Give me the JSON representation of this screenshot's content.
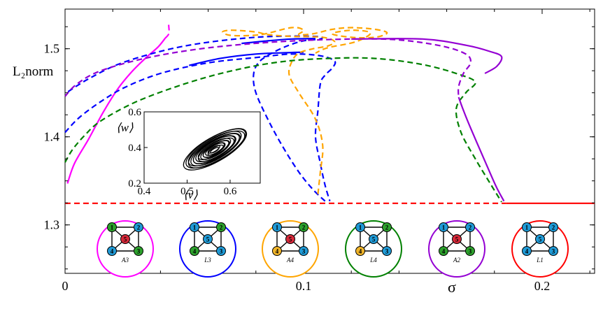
{
  "chart_data": {
    "type": "line",
    "xlabel": "σ",
    "ylabel": "L₂norm",
    "xlim": [
      0,
      0.222
    ],
    "ylim": [
      1.245,
      1.545
    ],
    "x_ticks": [
      {
        "value": 0,
        "label": "0"
      },
      {
        "value": 0.1,
        "label": "0.1"
      },
      {
        "value": 0.2,
        "label": "0.2"
      }
    ],
    "y_ticks": [
      {
        "value": 1.3,
        "label": "1.3"
      },
      {
        "value": 1.4,
        "label": "1.4"
      },
      {
        "value": 1.5,
        "label": "1.5"
      }
    ],
    "series": [
      {
        "key": "L1",
        "color": "#ff0000",
        "style": "dashed",
        "points": [
          [
            0,
            1.3245
          ],
          [
            0.05,
            1.3245
          ],
          [
            0.1,
            1.3245
          ],
          [
            0.15,
            1.3245
          ],
          [
            0.185,
            1.3245
          ]
        ]
      },
      {
        "key": "L1",
        "color": "#ff0000",
        "style": "solid",
        "points": [
          [
            0.185,
            1.3245
          ],
          [
            0.222,
            1.3245
          ]
        ]
      },
      {
        "key": "A3",
        "color": "#ff00ff",
        "style": "solid",
        "points": [
          [
            0.001,
            1.347
          ],
          [
            0.004,
            1.37
          ],
          [
            0.01,
            1.398
          ],
          [
            0.016,
            1.428
          ],
          [
            0.022,
            1.454
          ],
          [
            0.028,
            1.474
          ],
          [
            0.034,
            1.49
          ],
          [
            0.039,
            1.502
          ],
          [
            0.042,
            1.512
          ]
        ]
      },
      {
        "key": "A3",
        "color": "#ff00ff",
        "style": "dashed",
        "points": [
          [
            0.042,
            1.512
          ],
          [
            0.0435,
            1.517
          ],
          [
            0.0435,
            1.525
          ],
          [
            0.0432,
            1.53
          ]
        ]
      },
      {
        "key": "L3",
        "color": "#0000ff",
        "style": "dashed",
        "points": [
          [
            0,
            1.405
          ],
          [
            0.006,
            1.422
          ],
          [
            0.015,
            1.44
          ],
          [
            0.025,
            1.456
          ],
          [
            0.04,
            1.472
          ],
          [
            0.06,
            1.484
          ],
          [
            0.08,
            1.49
          ],
          [
            0.095,
            1.494
          ],
          [
            0.107,
            1.492
          ],
          [
            0.113,
            1.486
          ],
          [
            0.112,
            1.478
          ],
          [
            0.109,
            1.47
          ],
          [
            0.107,
            1.46
          ],
          [
            0.106,
            1.43
          ],
          [
            0.105,
            1.4
          ],
          [
            0.107,
            1.37
          ],
          [
            0.109,
            1.345
          ],
          [
            0.111,
            1.327
          ]
        ]
      },
      {
        "key": "L3",
        "color": "#0000ff",
        "style": "dashed",
        "points": [
          [
            0.109,
            1.327
          ],
          [
            0.104,
            1.34
          ],
          [
            0.098,
            1.36
          ],
          [
            0.091,
            1.39
          ],
          [
            0.085,
            1.42
          ],
          [
            0.08,
            1.45
          ],
          [
            0.079,
            1.47
          ],
          [
            0.081,
            1.484
          ],
          [
            0.086,
            1.494
          ],
          [
            0.093,
            1.503
          ],
          [
            0.1,
            1.509
          ],
          [
            0.107,
            1.511
          ],
          [
            0.105,
            1.514
          ],
          [
            0.08,
            1.513
          ],
          [
            0.05,
            1.503
          ],
          [
            0.025,
            1.485
          ],
          [
            0.01,
            1.466
          ],
          [
            0,
            1.449
          ]
        ]
      },
      {
        "key": "L3",
        "color": "#0000ff",
        "style": "solid",
        "points": [
          [
            0.052,
            1.481
          ],
          [
            0.065,
            1.489
          ],
          [
            0.08,
            1.494
          ],
          [
            0.093,
            1.4955
          ],
          [
            0.1,
            1.496
          ]
        ]
      },
      {
        "key": "L3",
        "color": "#0000ff",
        "style": "solid",
        "points": [
          [
            0.074,
            1.506
          ],
          [
            0.085,
            1.509
          ],
          [
            0.095,
            1.511
          ],
          [
            0.105,
            1.5115
          ]
        ]
      },
      {
        "key": "A4",
        "color": "#ffa500",
        "style": "dashed",
        "points": [
          [
            0.106,
            1.335
          ],
          [
            0.107,
            1.36
          ],
          [
            0.108,
            1.39
          ],
          [
            0.105,
            1.42
          ],
          [
            0.098,
            1.45
          ],
          [
            0.094,
            1.47
          ],
          [
            0.095,
            1.485
          ],
          [
            0.098,
            1.495
          ],
          [
            0.104,
            1.5
          ],
          [
            0.11,
            1.503
          ],
          [
            0.113,
            1.508
          ],
          [
            0.108,
            1.513
          ],
          [
            0.095,
            1.514
          ],
          [
            0.085,
            1.516
          ],
          [
            0.08,
            1.519
          ],
          [
            0.07,
            1.521
          ],
          [
            0.066,
            1.519
          ],
          [
            0.07,
            1.515
          ],
          [
            0.082,
            1.516
          ],
          [
            0.095,
            1.524
          ],
          [
            0.1,
            1.521
          ],
          [
            0.098,
            1.516
          ],
          [
            0.104,
            1.517
          ],
          [
            0.112,
            1.522
          ],
          [
            0.12,
            1.524
          ],
          [
            0.13,
            1.522
          ],
          [
            0.135,
            1.518
          ],
          [
            0.13,
            1.513
          ],
          [
            0.12,
            1.513
          ],
          [
            0.112,
            1.517
          ],
          [
            0.12,
            1.521
          ],
          [
            0.128,
            1.518
          ],
          [
            0.122,
            1.508
          ],
          [
            0.11,
            1.501
          ],
          [
            0.105,
            1.495
          ]
        ]
      },
      {
        "key": "L4",
        "color": "#008000",
        "style": "dashed",
        "points": [
          [
            0,
            1.371
          ],
          [
            0.003,
            1.385
          ],
          [
            0.008,
            1.401
          ],
          [
            0.015,
            1.418
          ],
          [
            0.03,
            1.44
          ],
          [
            0.05,
            1.46
          ],
          [
            0.07,
            1.475
          ],
          [
            0.09,
            1.485
          ],
          [
            0.11,
            1.489
          ],
          [
            0.13,
            1.489
          ],
          [
            0.15,
            1.482
          ],
          [
            0.165,
            1.471
          ],
          [
            0.172,
            1.462
          ],
          [
            0.168,
            1.45
          ],
          [
            0.164,
            1.432
          ],
          [
            0.166,
            1.405
          ],
          [
            0.172,
            1.375
          ],
          [
            0.178,
            1.348
          ],
          [
            0.183,
            1.326
          ]
        ]
      },
      {
        "key": "A2",
        "color": "#9400d3",
        "style": "dashed",
        "points": [
          [
            0,
            1.446
          ],
          [
            0.005,
            1.46
          ],
          [
            0.015,
            1.475
          ],
          [
            0.035,
            1.49
          ],
          [
            0.06,
            1.501
          ],
          [
            0.09,
            1.508
          ],
          [
            0.12,
            1.511
          ],
          [
            0.14,
            1.51
          ],
          [
            0.158,
            1.503
          ],
          [
            0.168,
            1.494
          ],
          [
            0.17,
            1.484
          ],
          [
            0.167,
            1.472
          ],
          [
            0.165,
            1.457
          ],
          [
            0.165,
            1.445
          ]
        ]
      },
      {
        "key": "A2",
        "color": "#9400d3",
        "style": "solid",
        "points": [
          [
            0.165,
            1.445
          ],
          [
            0.167,
            1.43
          ],
          [
            0.17,
            1.41
          ],
          [
            0.174,
            1.385
          ],
          [
            0.178,
            1.36
          ],
          [
            0.181,
            1.342
          ],
          [
            0.184,
            1.327
          ]
        ]
      },
      {
        "key": "A2",
        "color": "#9400d3",
        "style": "solid",
        "points": [
          [
            0.12,
            1.511
          ],
          [
            0.15,
            1.511
          ],
          [
            0.168,
            1.504
          ],
          [
            0.178,
            1.497
          ],
          [
            0.183,
            1.491
          ],
          [
            0.181,
            1.48
          ],
          [
            0.176,
            1.472
          ]
        ]
      }
    ],
    "inset": {
      "xlabel": "⟨v⟩",
      "ylabel": "⟨w⟩",
      "xlim": [
        0.4,
        0.67
      ],
      "ylim": [
        0.2,
        0.6
      ],
      "x_ticks": [
        {
          "value": 0.4,
          "label": "0.4"
        },
        {
          "value": 0.5,
          "label": "0.5"
        },
        {
          "value": 0.6,
          "label": "0.6"
        }
      ],
      "y_ticks": [
        {
          "value": 0.2,
          "label": "0.2"
        },
        {
          "value": 0.4,
          "label": "0.4"
        },
        {
          "value": 0.6,
          "label": "0.6"
        }
      ],
      "attractor_center": [
        0.565,
        0.39
      ],
      "attractor_extent": [
        0.45,
        0.62,
        0.28,
        0.5
      ]
    },
    "patterns": [
      {
        "key": "A3",
        "label": "A3",
        "ring_color": "#ff00ff",
        "nodes": [
          "#2ca02c",
          "#1f9ad6",
          "#2ca02c",
          "#1f9ad6",
          "#d62839"
        ]
      },
      {
        "key": "L3",
        "label": "L3",
        "ring_color": "#0000ff",
        "nodes": [
          "#1f9ad6",
          "#2ca02c",
          "#1f9ad6",
          "#2ca02c",
          "#1f9ad6"
        ]
      },
      {
        "key": "A4",
        "label": "A4",
        "ring_color": "#ffa500",
        "nodes": [
          "#1f9ad6",
          "#2ca02c",
          "#1f9ad6",
          "#f0b429",
          "#d62839"
        ]
      },
      {
        "key": "L4",
        "label": "L4",
        "ring_color": "#008000",
        "nodes": [
          "#1f9ad6",
          "#2ca02c",
          "#1f9ad6",
          "#f0b429",
          "#1f9ad6"
        ]
      },
      {
        "key": "A2",
        "label": "A2",
        "ring_color": "#9400d3",
        "nodes": [
          "#1f9ad6",
          "#1f9ad6",
          "#2ca02c",
          "#2ca02c",
          "#d62839"
        ]
      },
      {
        "key": "L1",
        "label": "L1",
        "ring_color": "#ff0000",
        "nodes": [
          "#1f9ad6",
          "#1f9ad6",
          "#1f9ad6",
          "#1f9ad6",
          "#1f9ad6"
        ]
      }
    ],
    "node_labels": [
      "1",
      "2",
      "3",
      "4",
      "5"
    ],
    "grid": false
  }
}
